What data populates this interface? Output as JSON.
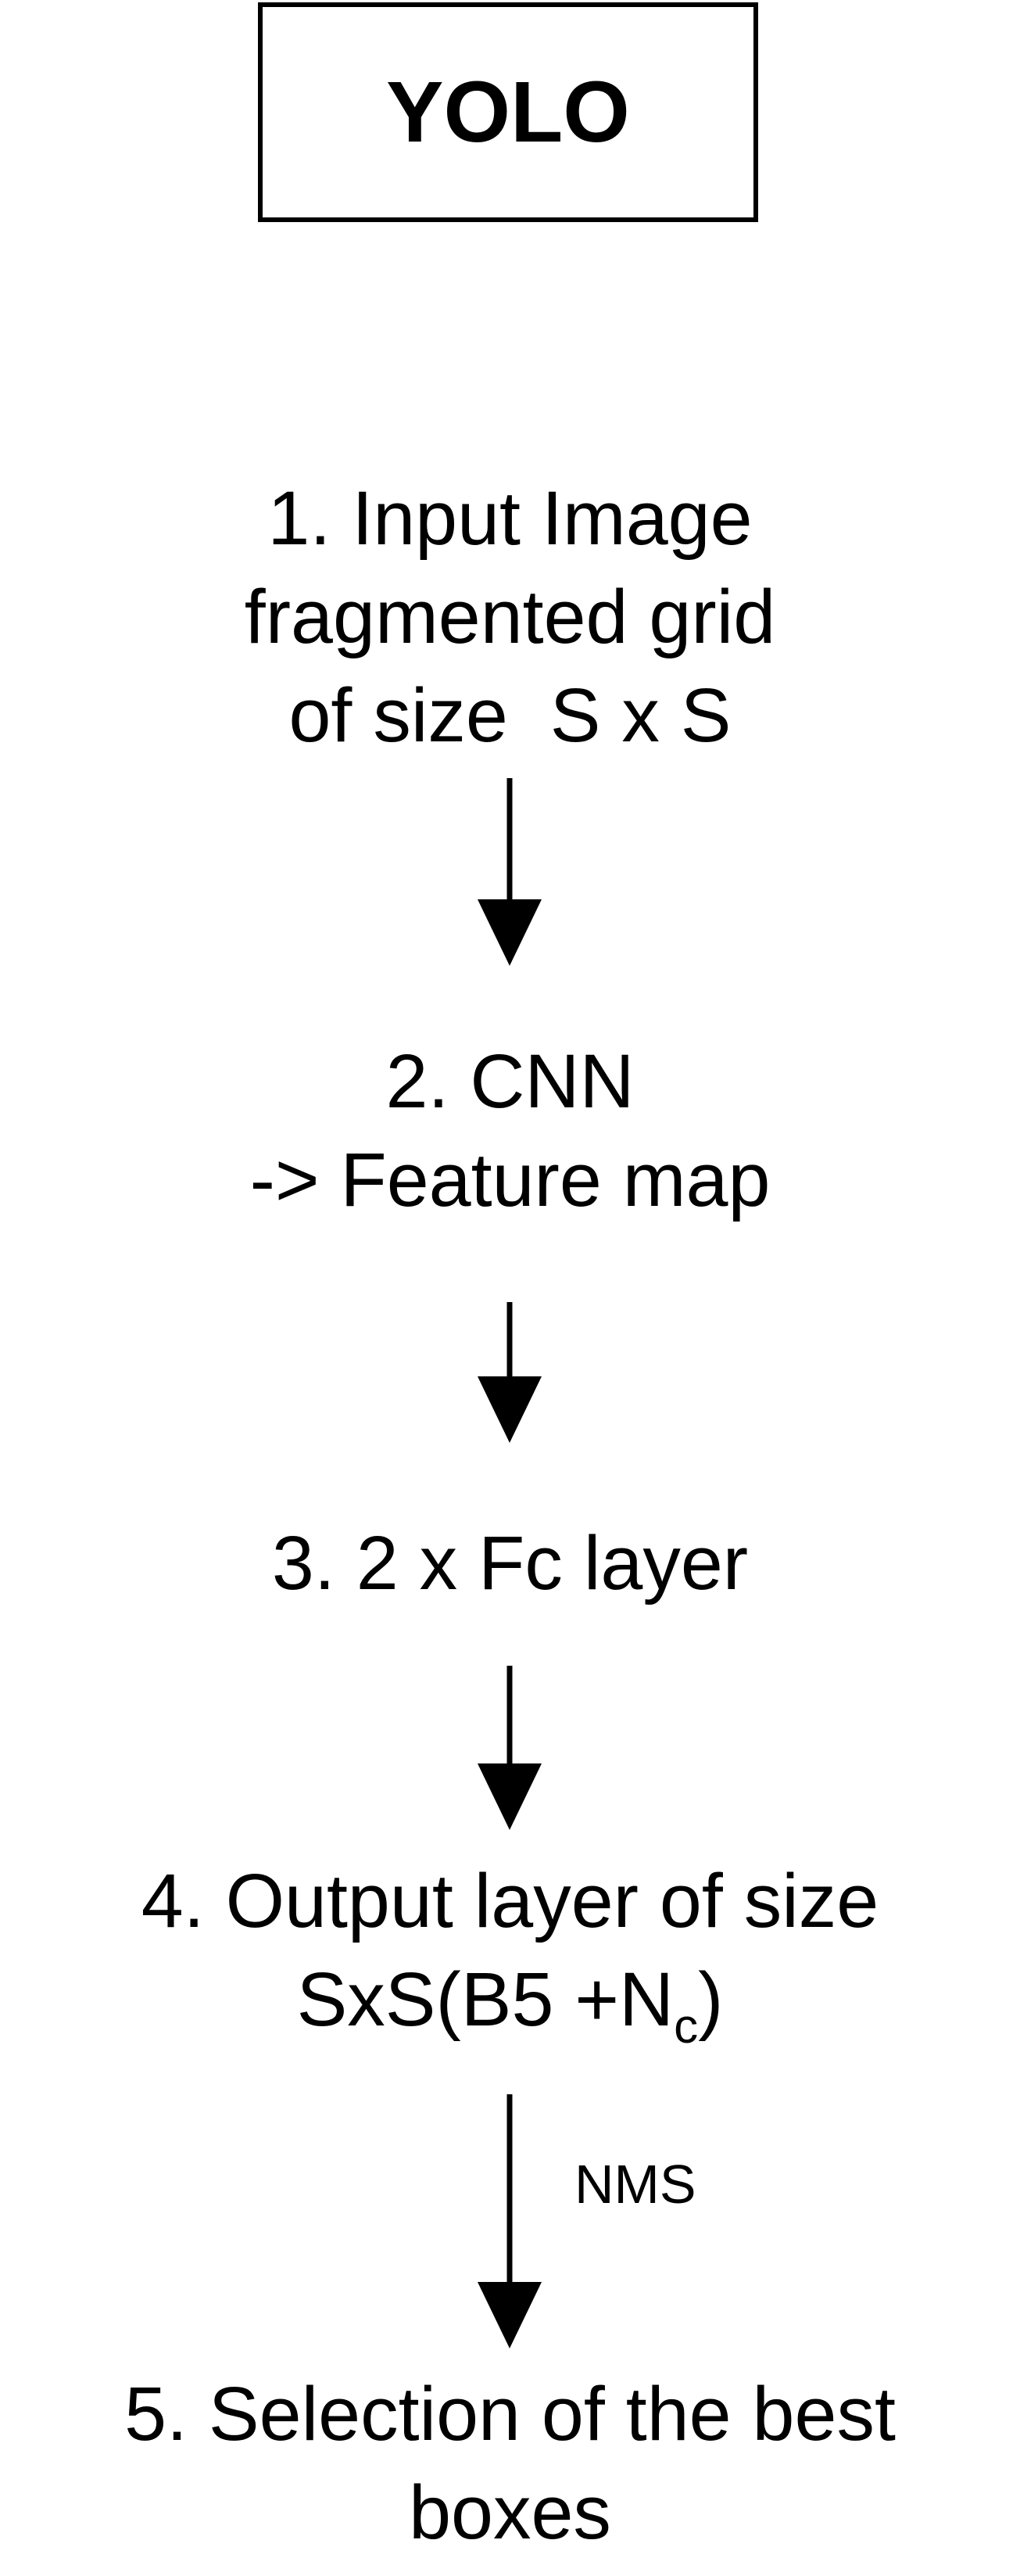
{
  "title": "YOLO",
  "steps": [
    {
      "lines": [
        "1. Input Image",
        "fragmented grid",
        "of size  S x S"
      ]
    },
    {
      "lines": [
        "2. CNN",
        "-> Feature map"
      ]
    },
    {
      "lines": [
        "3. 2 x Fc layer"
      ]
    },
    {
      "lines": [
        "4. Output layer of size"
      ],
      "line2_main": "SxS(B5 +N",
      "line2_sub": "c",
      "line2_end": ")"
    },
    {
      "lines": [
        "5. Selection of the best",
        "boxes"
      ]
    }
  ],
  "edge_labels": {
    "nms": "NMS"
  }
}
